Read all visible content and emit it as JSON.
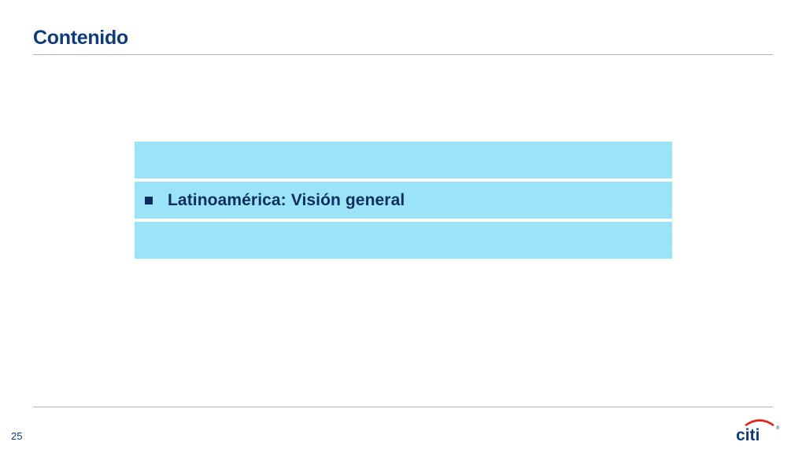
{
  "slide": {
    "title": "Contenido",
    "page_number": "25"
  },
  "agenda": {
    "items": [
      {
        "label": "",
        "active": false
      },
      {
        "label": "Latinoamérica: Visión general",
        "active": true
      },
      {
        "label": "",
        "active": false
      }
    ]
  },
  "logo": {
    "text": "citi",
    "registered_mark": "®"
  },
  "colors": {
    "title": "#0f3b7a",
    "agenda_band": "#9be4f8",
    "agenda_text": "#0f2d5c",
    "rule": "#b8b8b8",
    "logo_blue": "#0f3b7a",
    "logo_red": "#e2231a"
  }
}
